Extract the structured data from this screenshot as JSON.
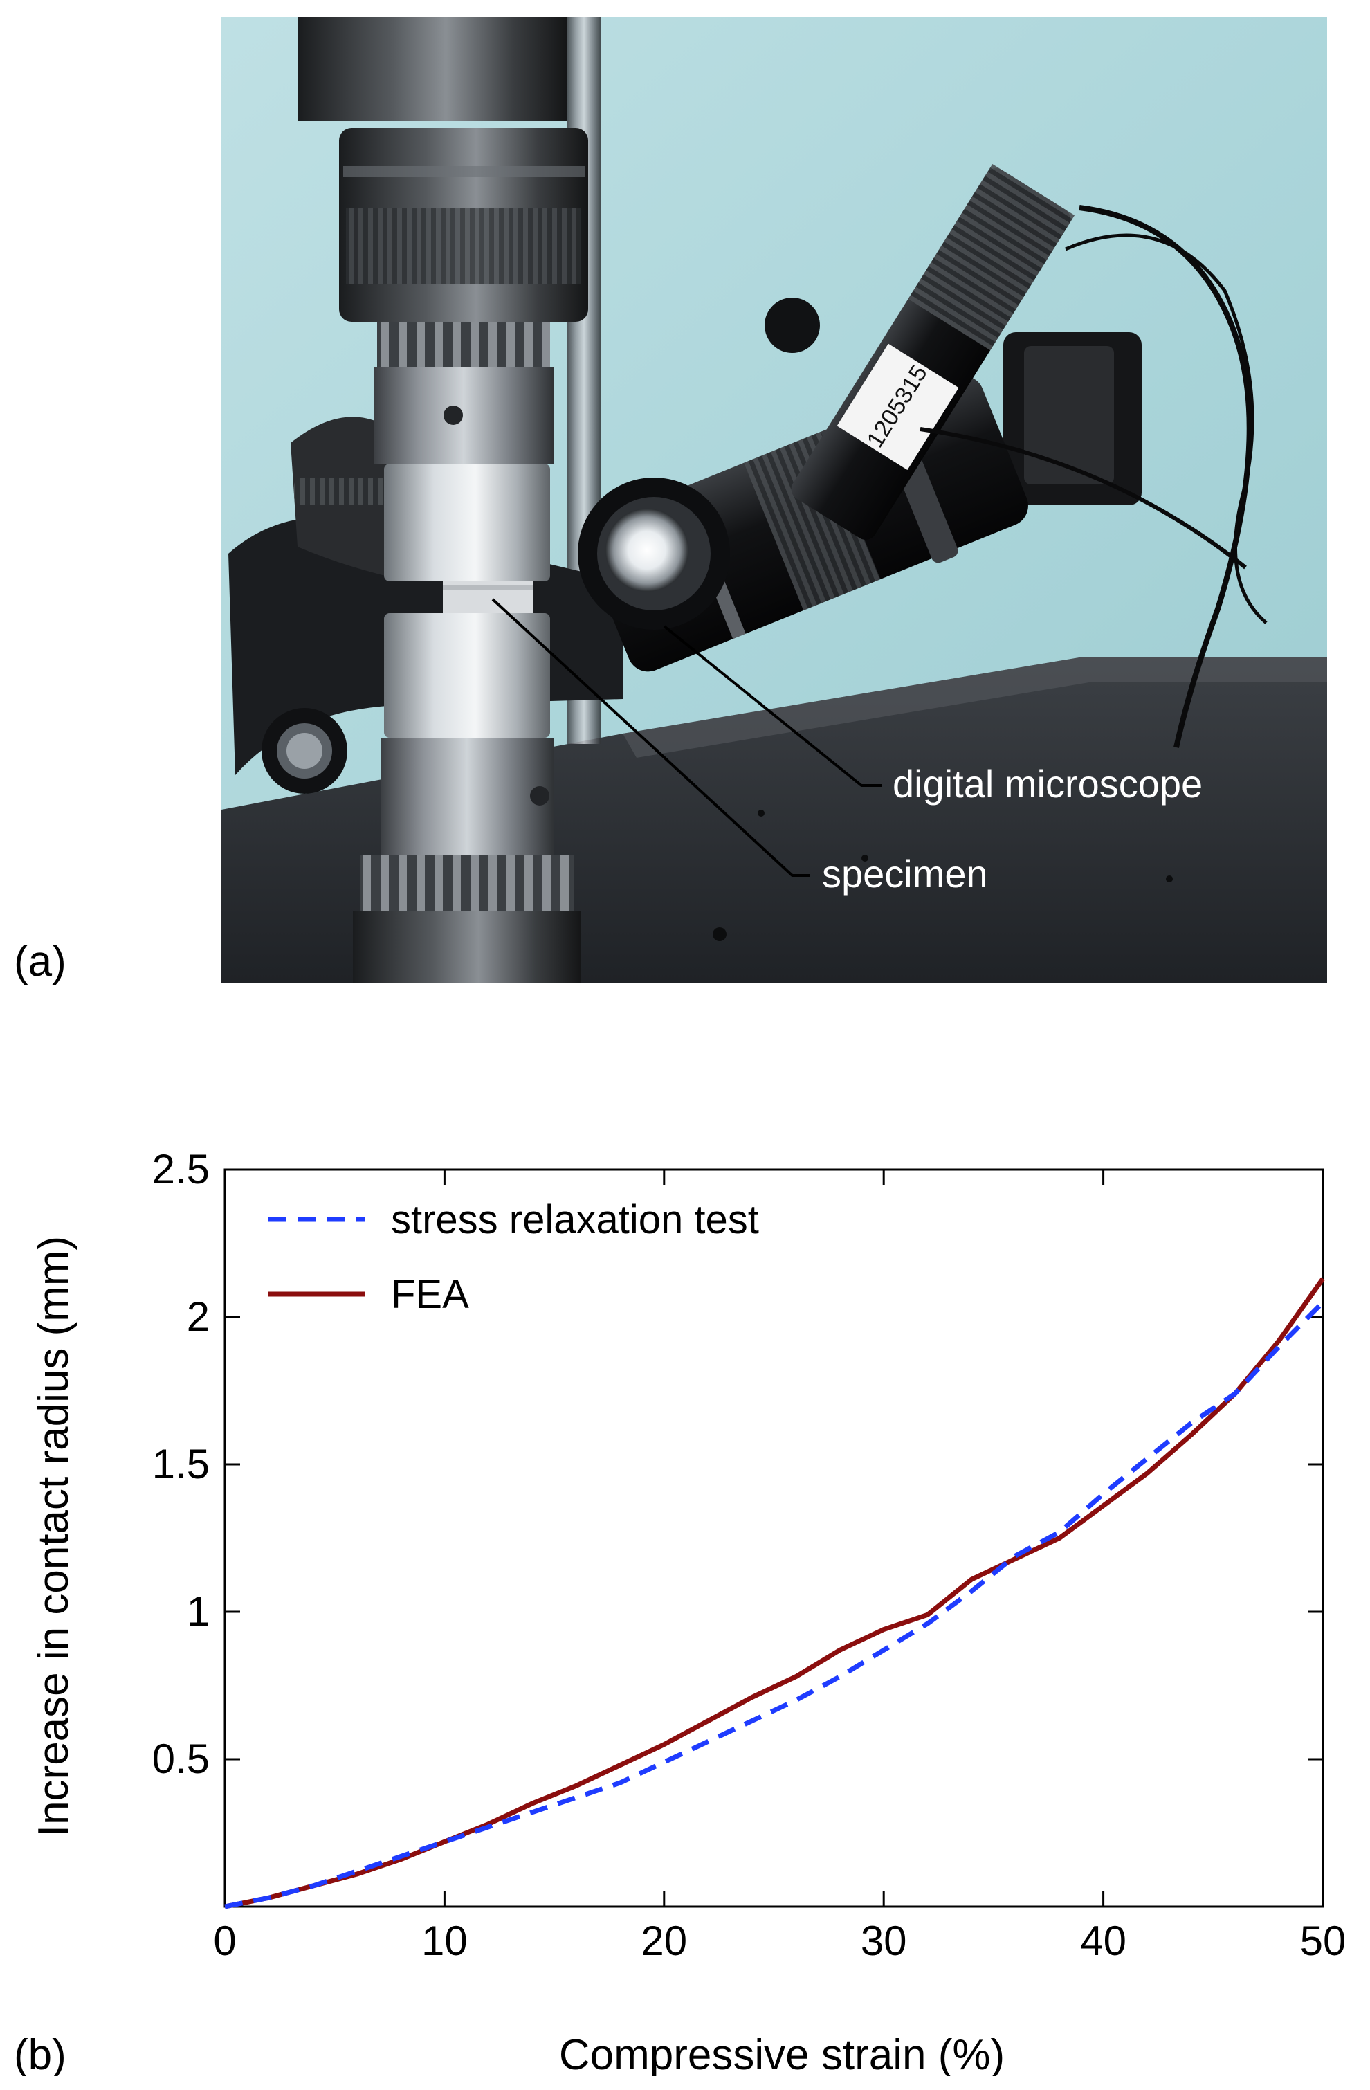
{
  "figure": {
    "panel_a_label": "(a)",
    "panel_b_label": "(b)",
    "annotations": {
      "microscope": "digital microscope",
      "specimen": "specimen"
    },
    "microscope_serial": "1205315"
  },
  "chart_data": {
    "type": "line",
    "xlabel": "Compressive strain (%)",
    "ylabel": "Increase in contact radius (mm)",
    "xlim": [
      0,
      50
    ],
    "ylim": [
      0,
      2.5
    ],
    "x_ticks": [
      0,
      10,
      20,
      30,
      40,
      50
    ],
    "x_tick_labels": [
      "0",
      "10",
      "20",
      "30",
      "40",
      "50"
    ],
    "y_ticks": [
      0.5,
      1,
      1.5,
      2,
      2.5
    ],
    "y_tick_labels": [
      "0.5",
      "1",
      "1.5",
      "2",
      "2.5"
    ],
    "grid": false,
    "legend_position": "top-left",
    "series": [
      {
        "name": "stress relaxation test",
        "color": "#1f3cff",
        "style": "dashed",
        "x": [
          0,
          2,
          4,
          6,
          8,
          10,
          12,
          14,
          16,
          18,
          20,
          22,
          24,
          26,
          28,
          30,
          32,
          34,
          36,
          38,
          40,
          42,
          44,
          46,
          48,
          50
        ],
        "y": [
          0,
          0.03,
          0.07,
          0.12,
          0.17,
          0.22,
          0.27,
          0.32,
          0.37,
          0.42,
          0.49,
          0.56,
          0.63,
          0.7,
          0.78,
          0.87,
          0.96,
          1.07,
          1.19,
          1.27,
          1.4,
          1.52,
          1.64,
          1.74,
          1.9,
          2.05
        ]
      },
      {
        "name": "FEA",
        "color": "#8b0e0e",
        "style": "solid",
        "x": [
          0,
          2,
          4,
          6,
          8,
          10,
          12,
          14,
          16,
          18,
          20,
          22,
          24,
          26,
          28,
          30,
          32,
          34,
          36,
          38,
          40,
          42,
          44,
          46,
          48,
          50
        ],
        "y": [
          0,
          0.03,
          0.07,
          0.11,
          0.16,
          0.22,
          0.28,
          0.35,
          0.41,
          0.48,
          0.55,
          0.63,
          0.71,
          0.78,
          0.87,
          0.94,
          0.99,
          1.11,
          1.18,
          1.25,
          1.36,
          1.47,
          1.6,
          1.74,
          1.92,
          2.13
        ]
      }
    ]
  }
}
